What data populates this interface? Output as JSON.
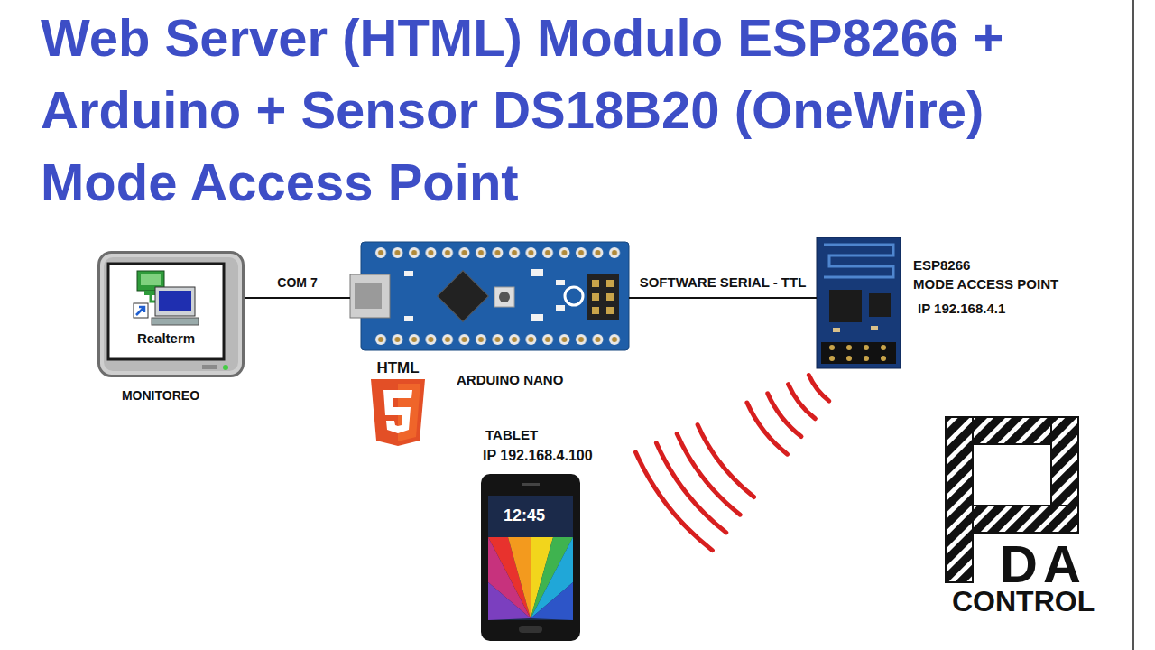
{
  "diagram": {
    "title": "Web Server (HTML) Modulo ESP8266 + Arduino + Sensor DS18B20 (OneWire) Mode Access Point",
    "nodes": [
      {
        "text": [
          "Realterm",
          "MONITOREO"
        ]
      },
      {
        "text": [
          "ARDUINO NANO"
        ]
      },
      {
        "text": [
          "ESP8266",
          "MODE ACCESS POINT",
          "IP 192.168.4.1"
        ]
      },
      {
        "text": [
          "HTML"
        ]
      },
      {
        "text": [
          "TABLET",
          "IP 192.168.4.100"
        ]
      }
    ],
    "edges": [
      {
        "from": 0,
        "to": 1,
        "label": "COM 7",
        "arrow": "none"
      },
      {
        "from": 1,
        "to": 2,
        "label": "SOFTWARE SERIAL - TTL",
        "arrow": "none"
      }
    ],
    "labels": [
      "12:45",
      "DA",
      "CONTROL"
    ]
  }
}
